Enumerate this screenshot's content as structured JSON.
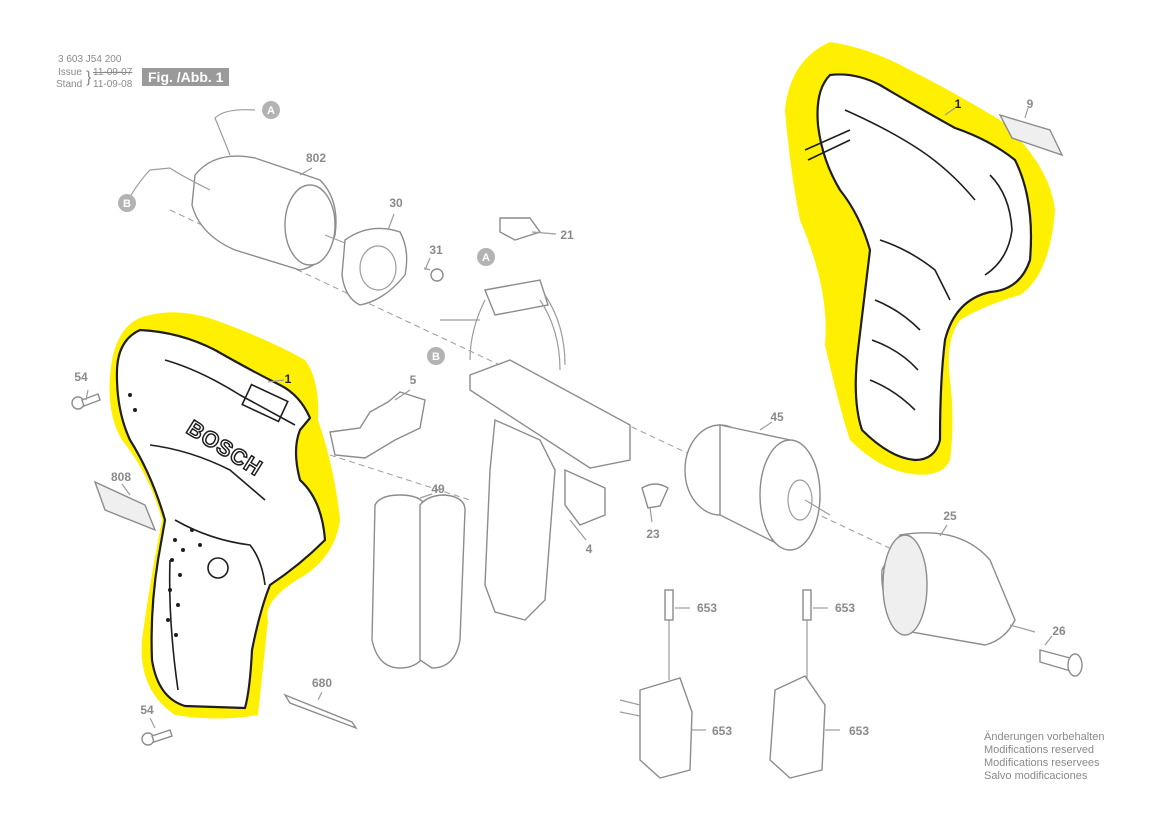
{
  "header": {
    "doc_number": "3 603 J54 200",
    "issue_label": "Issue",
    "issue_date": "11-09-07",
    "stand_label": "Stand",
    "stand_date": "11-09-08",
    "figure": "Fig. /Abb. 1"
  },
  "callouts": {
    "a_top": "A",
    "b_left": "B",
    "a_mid": "A",
    "b_mid": "B"
  },
  "parts": {
    "p802": "802",
    "p30": "30",
    "p31": "31",
    "p21": "21",
    "p54_top": "54",
    "p1_left": "1",
    "p5": "5",
    "p808": "808",
    "p49": "49",
    "p4": "4",
    "p23": "23",
    "p45": "45",
    "p25": "25",
    "p653_a": "653",
    "p653_b": "653",
    "p653_c": "653",
    "p653_d": "653",
    "p26": "26",
    "p680": "680",
    "p54_bottom": "54",
    "p1_right": "1",
    "p9": "9"
  },
  "housing_text": "BOSCH",
  "notes": [
    "Änderungen vorbehalten",
    "Modifications reserved",
    "Modifications reservees",
    "Salvo modificaciones"
  ],
  "colors": {
    "highlight": "#ffef00",
    "line": "#9c9c9c",
    "dark": "#2a2a2a",
    "label": "#888888"
  }
}
